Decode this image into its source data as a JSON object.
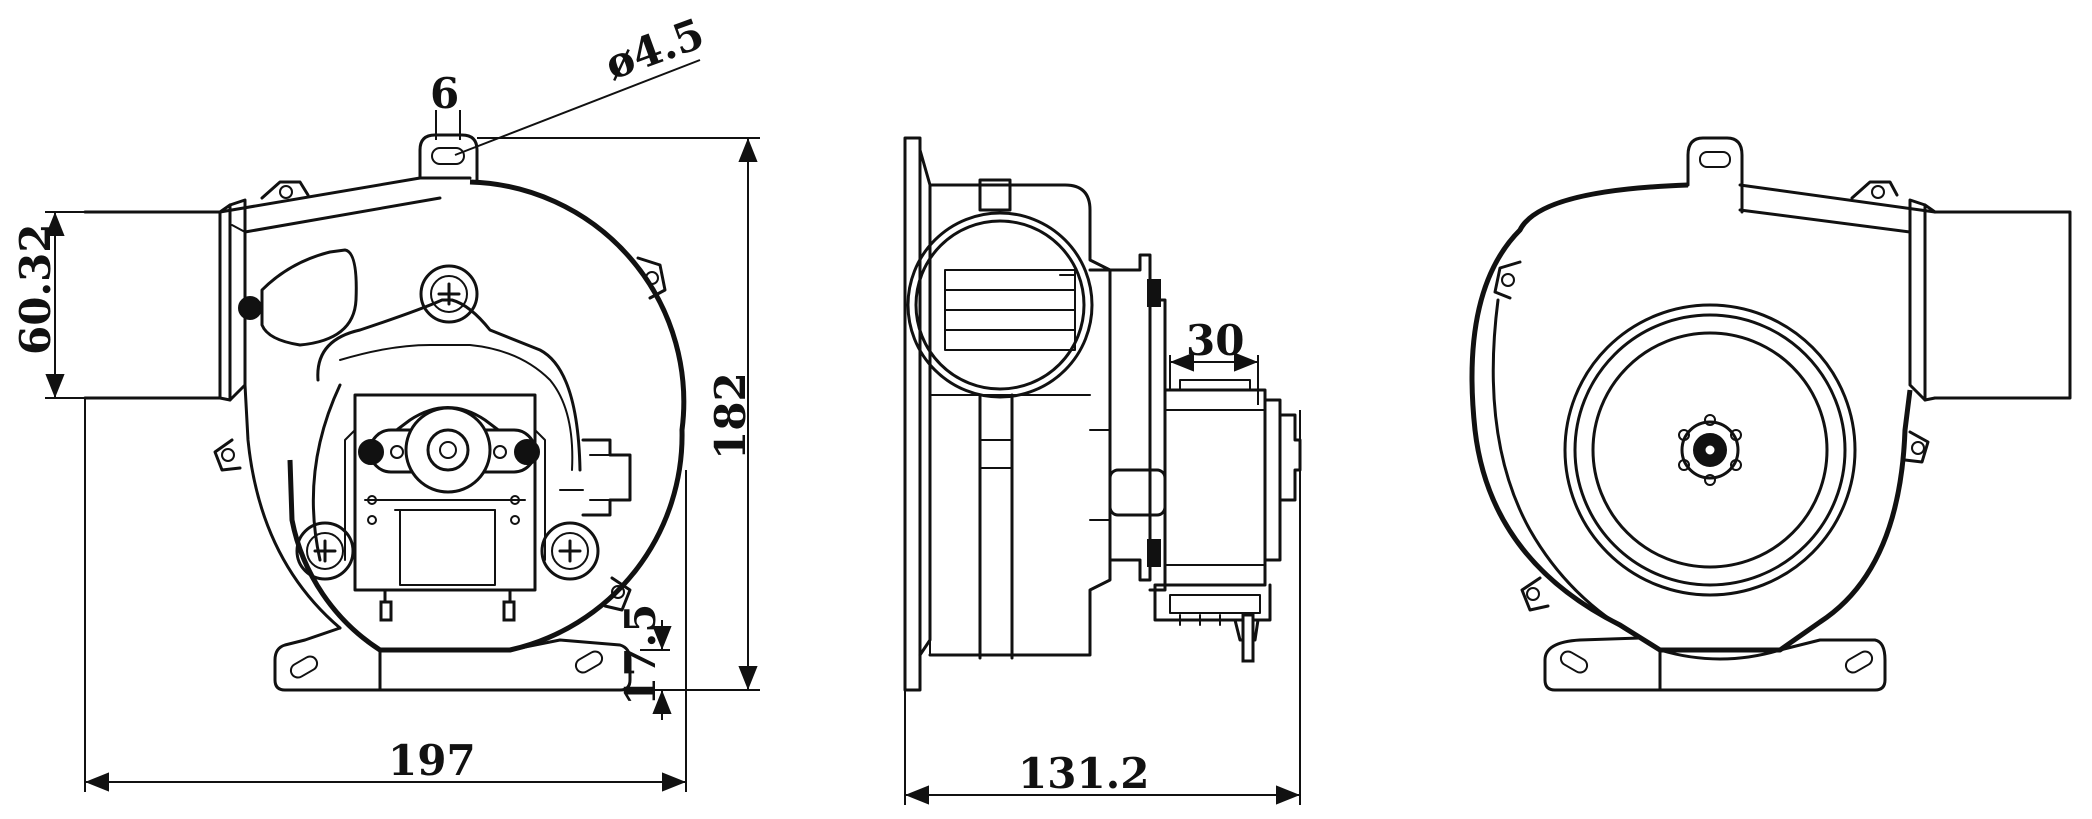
{
  "dimensions": {
    "front_slot_width": "6",
    "front_hole_diameter": "ø4.5",
    "front_outlet_height": "60.32",
    "front_total_height": "182",
    "front_foot_height": "17.5",
    "front_total_width": "197",
    "side_motor_width": "30",
    "side_total_depth": "131.2"
  },
  "colors": {
    "line": "#111111",
    "background": "#ffffff"
  }
}
